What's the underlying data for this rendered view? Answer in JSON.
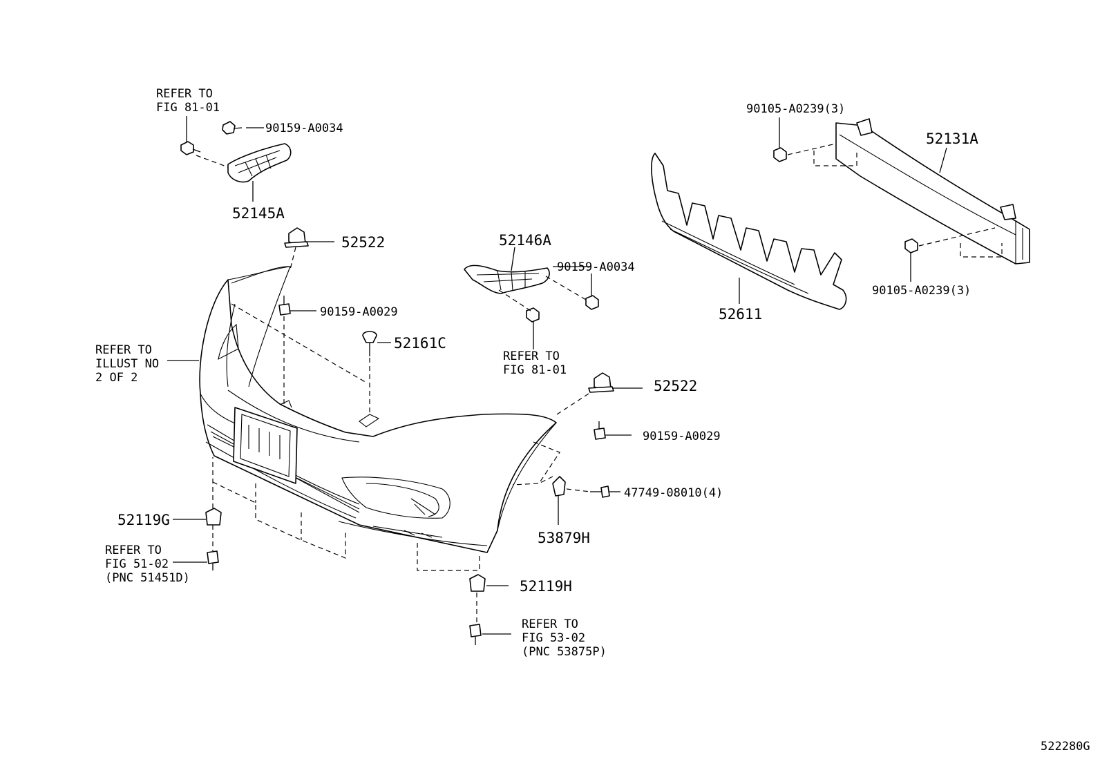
{
  "labels": {
    "refer_81_01_top_a": "REFER TO",
    "refer_81_01_top_b": "FIG 81-01",
    "p_90159_a0034_left": "90159-A0034",
    "p_52145a": "52145A",
    "p_52522_top": "52522",
    "p_52146a": "52146A",
    "p_90159_a0034_mid": "90159-A0034",
    "p_90159_a0029_top": "90159-A0029",
    "p_52161c": "52161C",
    "refer_illust_a": "REFER TO",
    "refer_illust_b": "ILLUST NO",
    "refer_illust_c": "2 OF 2",
    "refer_81_01_mid_a": "REFER TO",
    "refer_81_01_mid_b": "FIG 81-01",
    "p_52522_right": "52522",
    "p_90159_a0029_right": "90159-A0029",
    "p_47749_08010": "47749-08010(4)",
    "p_53879h": "53879H",
    "p_52119g": "52119G",
    "refer_51_02_a": "REFER TO",
    "refer_51_02_b": "FIG 51-02",
    "refer_51_02_c": "(PNC 51451D)",
    "p_52119h": "52119H",
    "refer_53_02_a": "REFER TO",
    "refer_53_02_b": "FIG 53-02",
    "refer_53_02_c": "(PNC 53875P)",
    "p_90105_a0239_top": "90105-A0239(3)",
    "p_52131a": "52131A",
    "p_52611": "52611",
    "p_90105_a0239_bottom": "90105-A0239(3)",
    "diagram_code": "522280G"
  }
}
